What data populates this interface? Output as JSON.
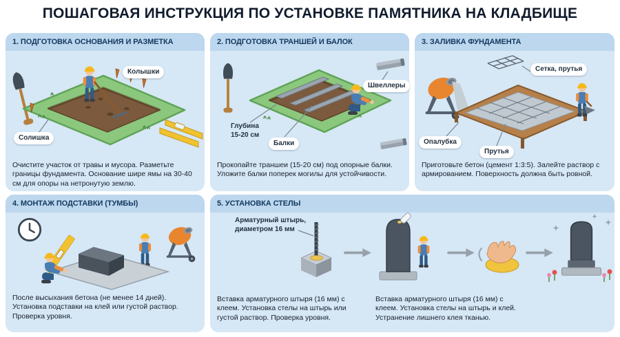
{
  "title": "ПОШАГОВАЯ ИНСТРУКЦИЯ ПО УСТАНОВКЕ ПАМЯТНИКА НА КЛАДБИЩЕ",
  "colors": {
    "page-bg": "#ffffff",
    "title-text": "#101b2c",
    "panel-bg": "#d6e7f5",
    "header-bg": "#bcd7ee",
    "header-text": "#14385f",
    "pill-bg": "#ffffff",
    "pill-text": "#24313f",
    "caption-text": "#17202b",
    "grass-green": "#8bc87d",
    "soil-brown": "#7c5a3e",
    "safety-yellow": "#f1c230",
    "mixer-orange": "#e8862f",
    "steel-gray": "#9aa5af",
    "stone-dark": "#4b5461"
  },
  "panels": {
    "p1": {
      "header": "1. ПОДГОТОВКА ОСНОВАНИЯ И РАЗМЕТКА",
      "label_pegs": "Колышки",
      "label_marking": "Солишка",
      "caption": "Очистите участок от травы и мусора. Разметьте границы фундамента. Основание шире ямы на 30-40 см для опоры на нетронутую землю.",
      "icons": [
        "shovel-icon",
        "worker-raking",
        "pegs",
        "level-plank",
        "grass-plot"
      ]
    },
    "p2": {
      "header": "2. ПОДГОТОВКА ТРАНШЕЙ И БАЛОК",
      "label_channels": "Швеллеры",
      "label_depth": "Глубина\n15-20 см",
      "label_beams": "Балки",
      "caption": "Прокопайте траншеи (15-20 см) под опорные балки. Уложите балки поперек могилы для устойчивости.",
      "icons": [
        "shovel-icon",
        "support-beams",
        "worker-kneeling",
        "channel-beam-icon",
        "trench-pit"
      ]
    },
    "p3": {
      "header": "3. ЗАЛИВКА ФУНДАМЕНТА",
      "label_mesh": "Сетка, прутья",
      "label_formwork": "Опалубка",
      "label_rods": "Прутья",
      "caption": "Приготовьте бетон (цемент 1:3:5). Залейте раствор с армированием. Поверхность должна быть ровной.",
      "icons": [
        "cement-mixer-icon",
        "formwork",
        "rebar-mesh-icon",
        "worker-trowel",
        "concrete-pour"
      ]
    },
    "p4": {
      "header": "4. МОНТАЖ ПОДСТАВКИ (ТУМБЫ)",
      "caption": "После высыхания бетона (не менее 14 дней). Установка подставки на клей или густой раствор. Проверка уровня.",
      "icons": [
        "clock-icon",
        "level-tool",
        "worker-kneeling",
        "worker-standing",
        "pedestal-block",
        "cement-mixer-icon"
      ]
    },
    "p5": {
      "header": "5. УСТАНОВКА СТЕЛЫ",
      "label_pin": "Арматурный штырь,\nдиаметром 16 мм",
      "caption_left": "Вставка арматурного штыря (16 мм) с клеем. Установка стелы на штырь или густой раствор. Проверка уровня.",
      "caption_right": "Вставка арматурного штыря (16 мм) с клеем. Установка стелы на штырь и клей. Устранение лишнего клея тканью.",
      "icons": [
        "rebar-pin",
        "step-arrow-icon",
        "stele-install",
        "worker-gluing",
        "hand-cloth-icon",
        "finished-monument",
        "flowers",
        "sparkles"
      ]
    }
  }
}
